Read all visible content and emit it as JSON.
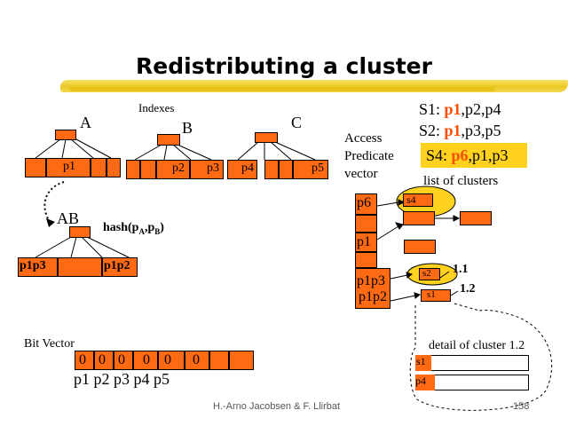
{
  "title": "Redistributing a cluster",
  "indexes_label": "Indexes",
  "tree_labels": {
    "a": "A",
    "b": "B",
    "c": "C",
    "ab": "AB"
  },
  "leaf_labels": {
    "p1": "p1",
    "p2": "p2",
    "p3": "p3",
    "p4": "p4",
    "p5": "p5"
  },
  "ab_leaves": {
    "left": "p1p3",
    "right": "p1p2"
  },
  "hash_label": {
    "main": "hash(p",
    "sub_a": "A",
    "comma": ",p",
    "sub_b": "B",
    "close": ")"
  },
  "apv_label": [
    "Access",
    "Predicate",
    "vector"
  ],
  "apv_cells": {
    "p6": "p6",
    "p1": "p1",
    "p1p3": "p1p3",
    "p1p2": "p1p2"
  },
  "clusters": {
    "s1": {
      "prefix": "S1: ",
      "red": "p1",
      "rest": ",p2,p4"
    },
    "s2": {
      "prefix": "S2: ",
      "red": "p1",
      "rest": ",p3,p5"
    },
    "s4": {
      "prefix": "S4: ",
      "red": "p6",
      "rest": ",p1,p3"
    }
  },
  "list_of_clusters": "list of clusters",
  "cluster_tags": {
    "s4": "s4",
    "s2": "s2",
    "s1": "s1"
  },
  "cluster_ids": {
    "id1": "1.1",
    "id2": "1.2"
  },
  "detail_label": "detail of cluster 1.2",
  "detail_rows": [
    "s1",
    "p4"
  ],
  "bit_vector_label": "Bit Vector",
  "bit_vector_bits": [
    "0",
    "0",
    "0",
    "0",
    "0",
    "0"
  ],
  "bit_vector_preds": "p1 p2 p3 p4 p5",
  "footer_author": "H.-Arno Jacobsen & F. Llirbat",
  "page_number": "158",
  "colors": {
    "node": "#ff6a13",
    "highlight": "#ffd21f",
    "red_text": "#ff4d00",
    "brush": "#e8c51c"
  }
}
